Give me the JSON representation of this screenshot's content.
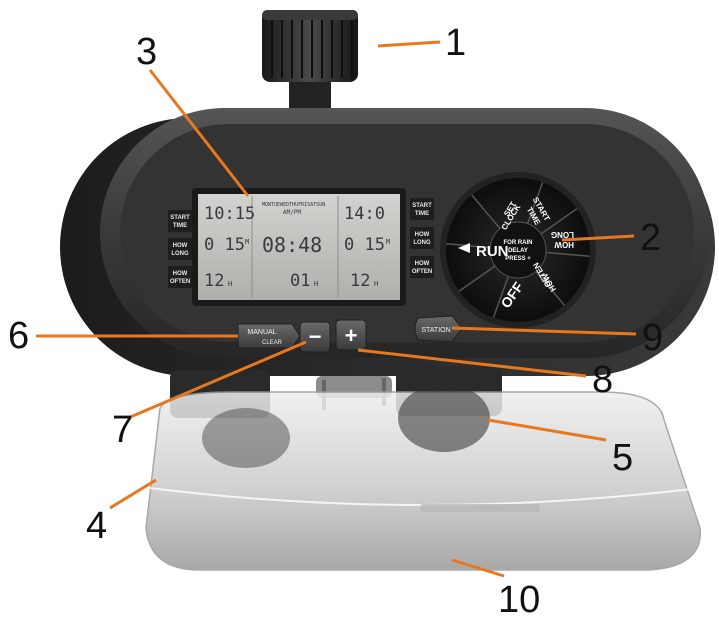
{
  "callouts": [
    "1",
    "2",
    "3",
    "4",
    "5",
    "6",
    "7",
    "8",
    "9",
    "10"
  ],
  "colors": {
    "leader": "#e8781e",
    "body": "#3c3c3c",
    "dial": "#161616",
    "lcd": "#bfc0bc"
  },
  "left_side_labels": [
    {
      "line1": "START",
      "line2": "TIME"
    },
    {
      "line1": "HOW",
      "line2": "LONG"
    },
    {
      "line1": "HOW",
      "line2": "OFTEN"
    }
  ],
  "right_side_labels": [
    {
      "line1": "START",
      "line2": "TIME"
    },
    {
      "line1": "HOW",
      "line2": "LONG"
    },
    {
      "line1": "HOW",
      "line2": "OFTEN"
    }
  ],
  "lcd": {
    "left_top": "10:15",
    "left_mid": "0 15",
    "left_mid_unit": "M",
    "left_bot": "12",
    "left_bot_unit": "H",
    "center_top": "MONTUEWEDTHUFRISATSUN",
    "center_sub": "AM/PM",
    "center_time": "08:48",
    "center_bot": "01",
    "center_bot_unit": "H",
    "right_top": "14:0",
    "right_mid": "0 15",
    "right_mid_unit": "M",
    "right_bot": "12",
    "right_bot_unit": "H"
  },
  "dial": {
    "run": "RUN",
    "off": "OFF",
    "set_clock_1": "SET",
    "set_clock_2": "CLOCK",
    "start_time_1": "START",
    "start_time_2": "TIME",
    "how_long_1": "HOW",
    "how_long_2": "LONG",
    "how_often_1": "HOW",
    "how_often_2": "OFTEN",
    "rain_1": "FOR RAIN",
    "rain_2": "DELAY",
    "rain_3": "PRESS +"
  },
  "buttons": {
    "manual_1": "MANUAL",
    "manual_2": "CLEAR",
    "minus": "−",
    "plus": "+",
    "station": "STATION"
  }
}
